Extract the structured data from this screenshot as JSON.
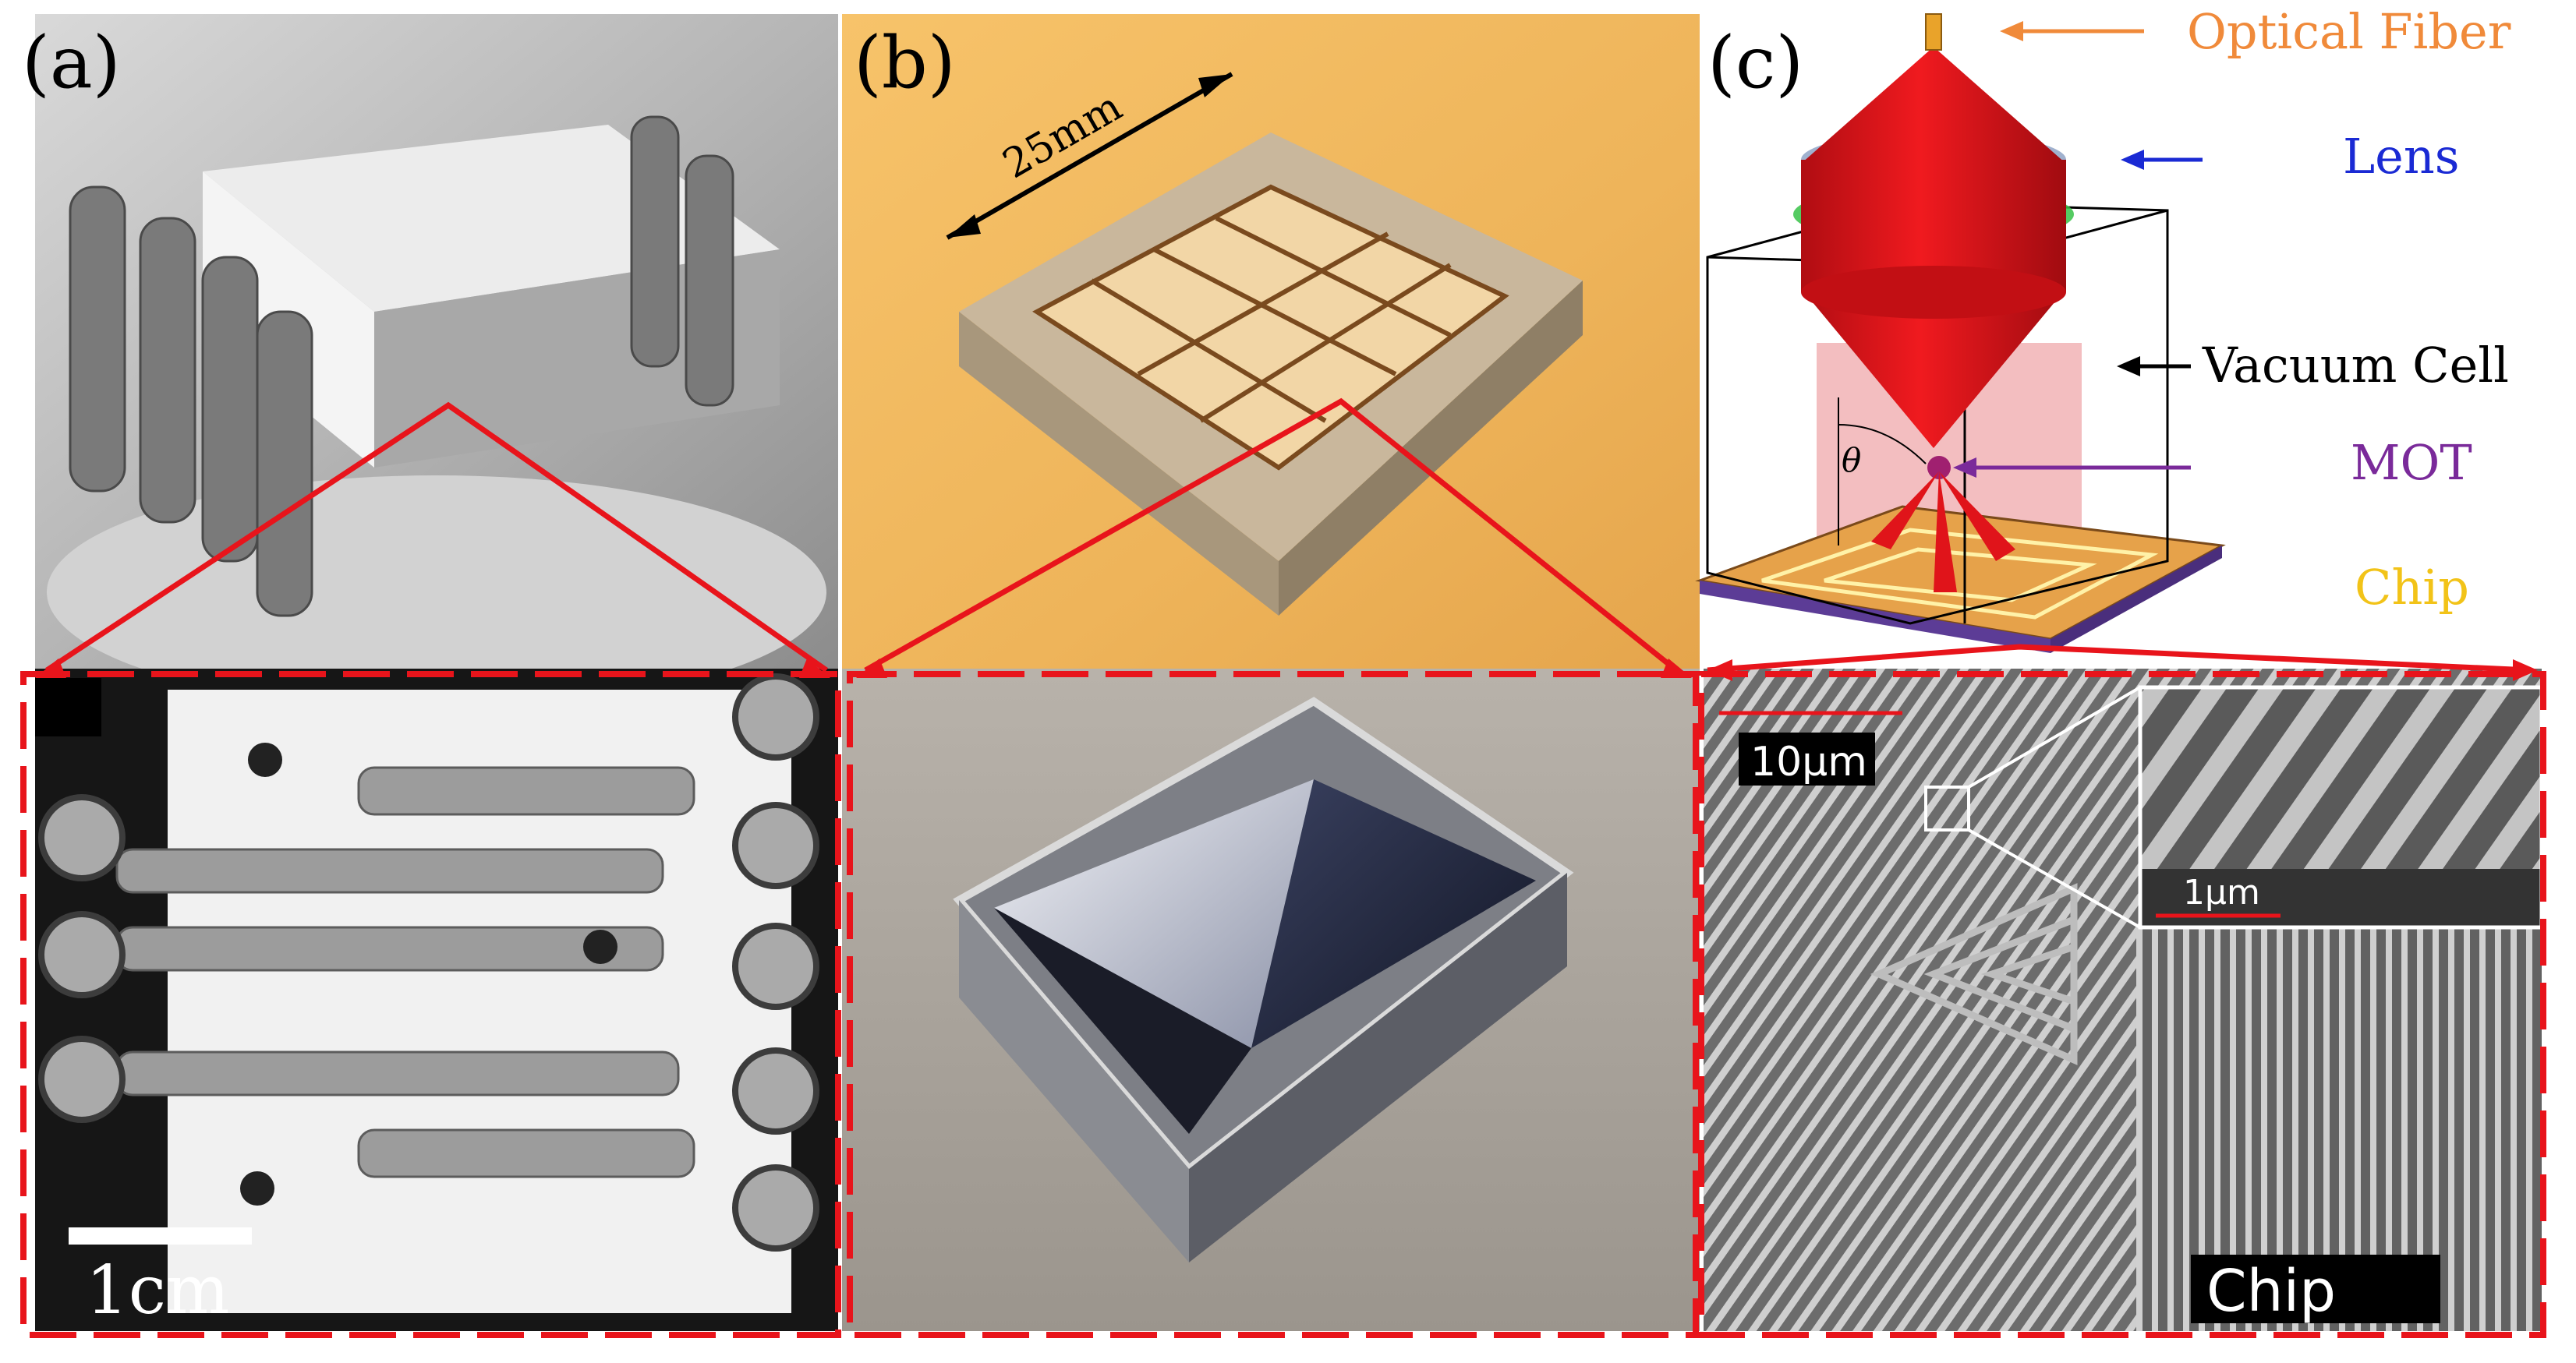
{
  "panels": {
    "a": {
      "label": "(a)",
      "scale_bar": "1cm"
    },
    "b": {
      "label": "(b)",
      "dimension": "25mm"
    },
    "c": {
      "label": "(c)",
      "angle_symbol": "θ",
      "annotations": {
        "optical_fiber": "Optical Fiber",
        "lens": "Lens",
        "vacuum_cell": "Vacuum Cell",
        "mot": "MOT",
        "chip": "Chip"
      }
    },
    "sem": {
      "scale_main": "10μm",
      "scale_inset": "1μm",
      "tag": "Chip"
    }
  },
  "colors": {
    "zoom_lines": "#e8141b",
    "fiber_label": "#f08a3a",
    "lens_label": "#1a2ad4",
    "vacuum_label": "#000000",
    "mot_label": "#7a2a9a",
    "chip_label": "#f2c318",
    "laser_red": "#e6161c"
  }
}
